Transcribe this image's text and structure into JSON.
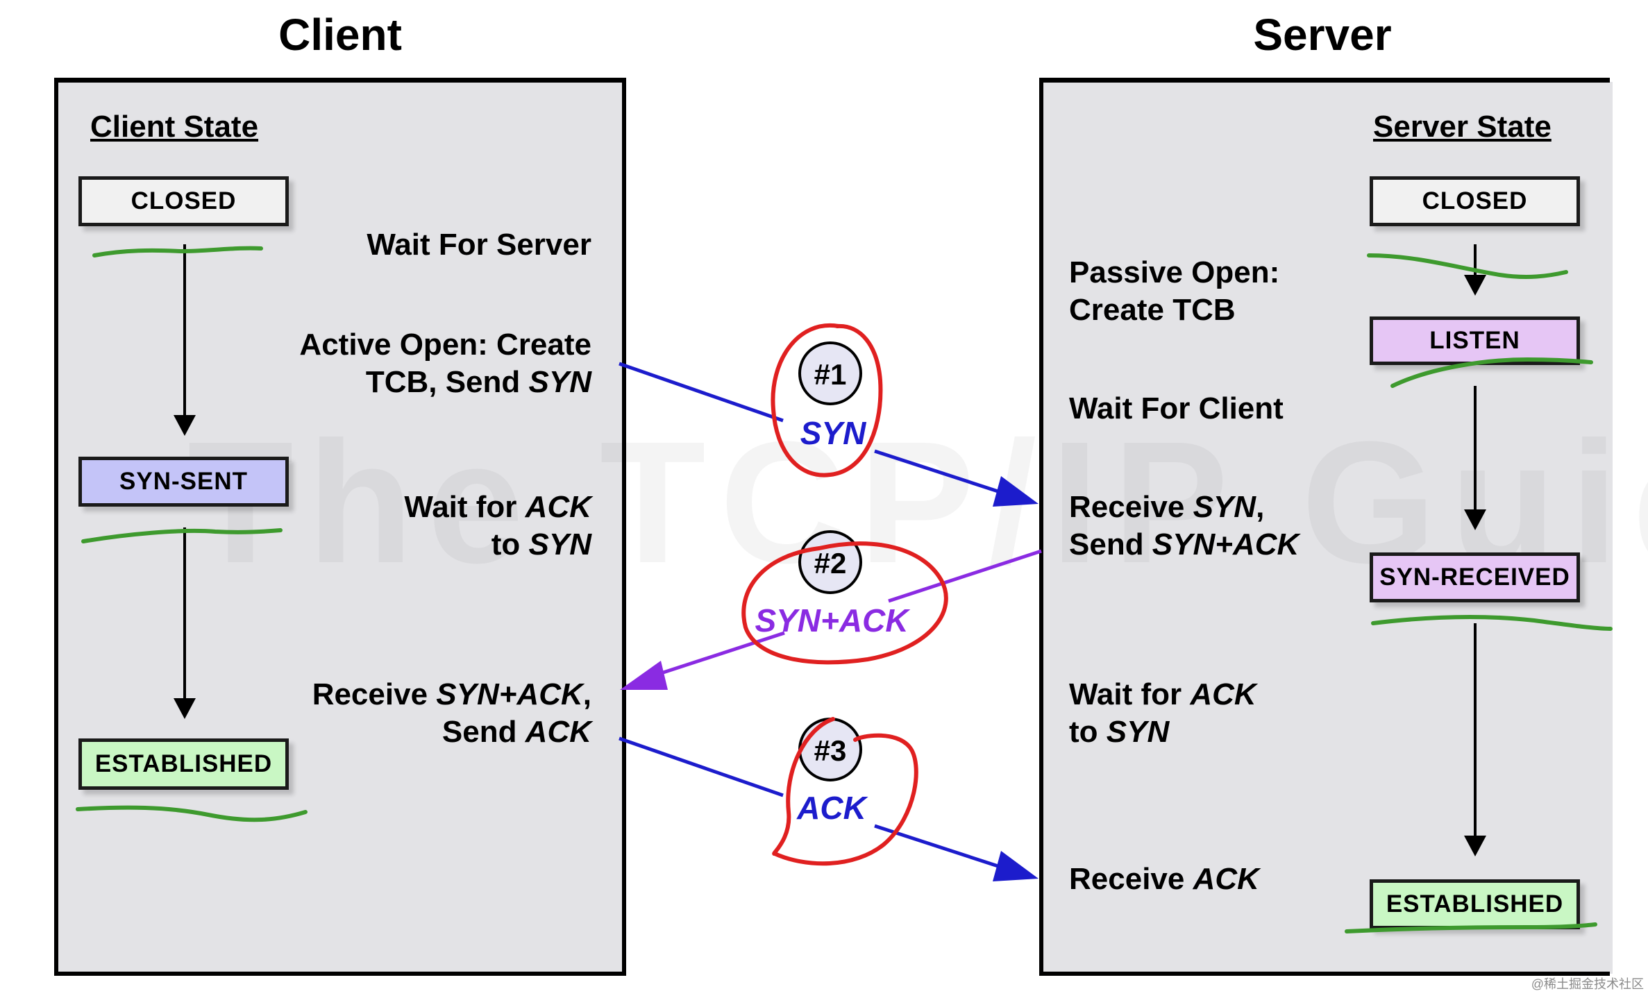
{
  "headings": {
    "client": "Client",
    "server": "Server"
  },
  "client": {
    "title": "Client State",
    "states": {
      "closed": "CLOSED",
      "syn_sent": "SYN-SENT",
      "established": "ESTABLISHED"
    },
    "labels": {
      "wait_server": "Wait For Server",
      "active_open_1": "Active Open: Create",
      "active_open_2a": "TCB, Send ",
      "active_open_2b": "SYN",
      "wait_ack_1a": "Wait for ",
      "wait_ack_1b": "ACK",
      "wait_ack_2a": "to ",
      "wait_ack_2b": "SYN",
      "receive_1a": "Receive ",
      "receive_1b": "SYN+ACK",
      "receive_1c": ",",
      "receive_2a": "Send ",
      "receive_2b": "ACK"
    }
  },
  "server": {
    "title": "Server State",
    "states": {
      "closed": "CLOSED",
      "listen": "LISTEN",
      "syn_received": "SYN-RECEIVED",
      "established": "ESTABLISHED"
    },
    "labels": {
      "passive_1": "Passive Open:",
      "passive_2": "Create TCB",
      "wait_client": "Wait For Client",
      "receive_syn_1a": "Receive ",
      "receive_syn_1b": "SYN",
      "receive_syn_1c": ",",
      "receive_syn_2a": "Send ",
      "receive_syn_2b": "SYN+ACK",
      "wait_ack_1a": "Wait for ",
      "wait_ack_1b": "ACK",
      "wait_ack_2a": "to ",
      "wait_ack_2b": "SYN",
      "receive_ack_a": "Receive ",
      "receive_ack_b": "ACK"
    }
  },
  "messages": [
    {
      "num": "#1",
      "label": "SYN"
    },
    {
      "num": "#2",
      "label": "SYN+ACK"
    },
    {
      "num": "#3",
      "label": "ACK"
    }
  ],
  "watermark": "The TCP/IP Guide",
  "credit": "@稀土掘金技术社区",
  "colors": {
    "panel": "#e3e3e6",
    "syn_sent": "#c4c4f8",
    "listen": "#e6c6f5",
    "syn_received": "#e6c6f5",
    "established": "#c9f7c4",
    "closed": "#f1f1f1",
    "blue_arrow": "#1c1ccc",
    "purple_arrow": "#8a2be2",
    "red_mark": "#e02020",
    "green_mark": "#3e9a2e"
  }
}
